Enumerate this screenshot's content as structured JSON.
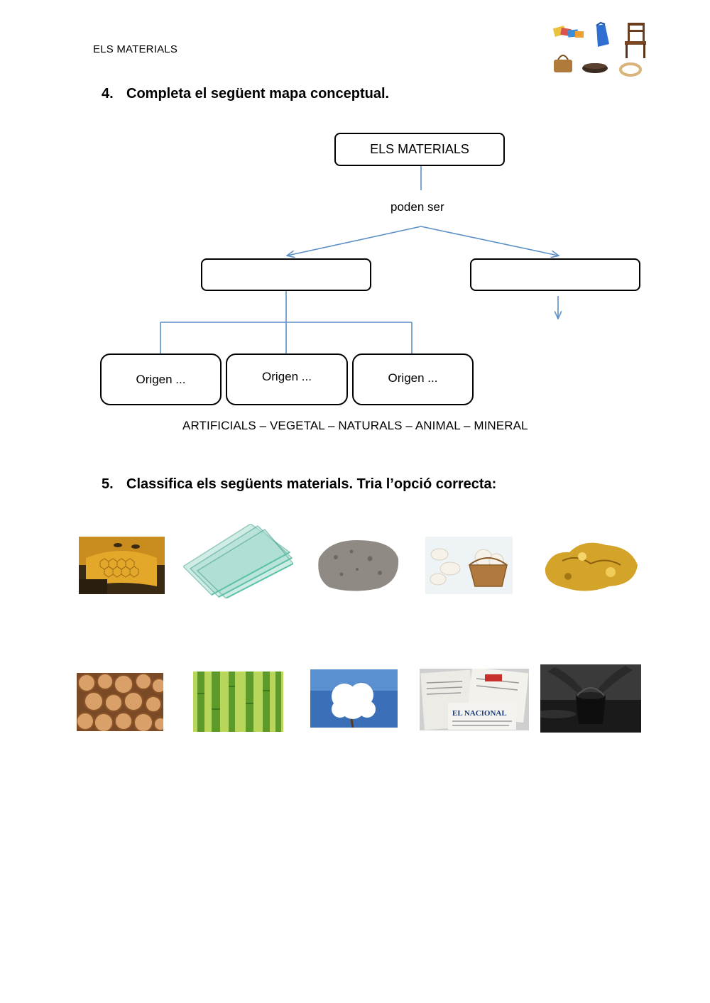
{
  "header": {
    "title": "ELS MATERIALS",
    "illustration_icon": "household-objects-icon"
  },
  "question4": {
    "number": "4.",
    "text": "Completa el següent mapa conceptual."
  },
  "concept_map": {
    "root": "ELS MATERIALS",
    "link_label": "poden ser",
    "left_blank": "",
    "right_blank": "",
    "origins": [
      "Origen ...",
      "Origen ...",
      "Origen ..."
    ],
    "line_color": "#5b8fc7"
  },
  "word_bank": "ARTIFICIALS – VEGETAL – NATURALS – ANIMAL – MINERAL",
  "question5": {
    "number": "5.",
    "text": "Classifica els següents materials. Tria l’opció correcta:"
  },
  "materials": {
    "row1": [
      "honeycomb-image",
      "glass-sheets-image",
      "stone-image",
      "wool-yarn-image",
      "gold-nugget-image"
    ],
    "row2": [
      "firewood-logs-image",
      "bamboo-image",
      "cotton-image",
      "newspapers-image",
      "oil-bucket-image"
    ],
    "newspaper_headline": "EL NACIONAL"
  }
}
